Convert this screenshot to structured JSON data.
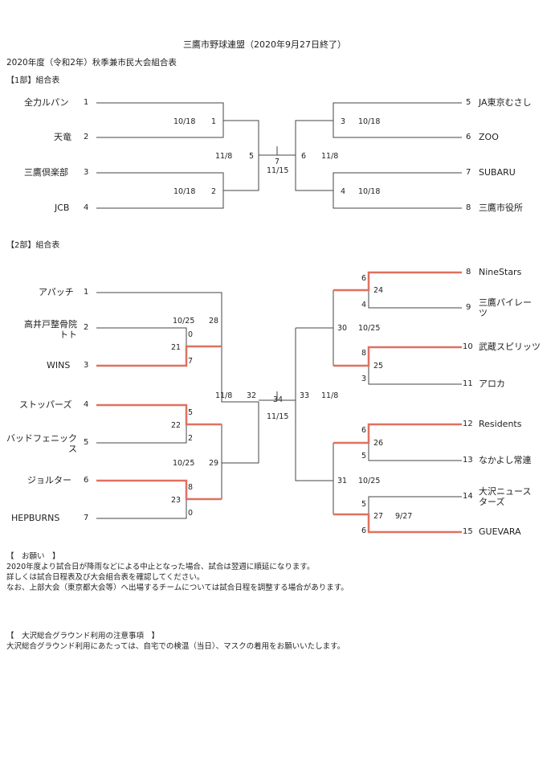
{
  "header": {
    "title": "三鷹市野球連盟（2020年9月27日終了）",
    "subtitle": "2020年度（令和2年）秋季兼市民大会組合表"
  },
  "section1": {
    "label": "【1部】組合表",
    "teams": [
      {
        "name": "全力ルパン",
        "seed": "1"
      },
      {
        "name": "天竜",
        "seed": "2"
      },
      {
        "name": "三鷹倶楽部",
        "seed": "3"
      },
      {
        "name": "JCB",
        "seed": "4"
      },
      {
        "name": "JA東京むさし",
        "seed": "5"
      },
      {
        "name": "ZOO",
        "seed": "6"
      },
      {
        "name": "SUBARU",
        "seed": "7"
      },
      {
        "name": "三鷹市役所",
        "seed": "8"
      }
    ],
    "games": {
      "g1_date": "10/18",
      "g1_no": "1",
      "g2_date": "10/18",
      "g2_no": "2",
      "g3_no": "3",
      "g3_date": "10/18",
      "g4_no": "4",
      "g4_date": "10/18",
      "g5_date": "11/8",
      "g5_no": "5",
      "g6_no": "6",
      "g6_date": "11/8",
      "final_no": "7",
      "final_date": "11/15"
    }
  },
  "section2": {
    "label": "【2部】組合表",
    "teams": [
      {
        "name": "アパッチ",
        "seed": "1"
      },
      {
        "name": "高井戸整骨院\nトト",
        "seed": "2"
      },
      {
        "name": "WINS",
        "seed": "3"
      },
      {
        "name": "ストッパーズ",
        "seed": "4"
      },
      {
        "name": "バッドフェニック\nス",
        "seed": "5"
      },
      {
        "name": "ジョルター",
        "seed": "6"
      },
      {
        "name": "HEPBURNS",
        "seed": "7"
      },
      {
        "name": "NineStars",
        "seed": "8"
      },
      {
        "name": "三鷹パイレー\nツ",
        "seed": "9"
      },
      {
        "name": "武蔵スピリッツ",
        "seed": "10"
      },
      {
        "name": "アロカ",
        "seed": "11"
      },
      {
        "name": "Residents",
        "seed": "12"
      },
      {
        "name": "なかよし常連",
        "seed": "13"
      },
      {
        "name": "大沢ニュース\nターズ",
        "seed": "14"
      },
      {
        "name": "GUEVARA",
        "seed": "15"
      }
    ],
    "games": {
      "g21": "21",
      "g21_score_2": "0",
      "g21_score_3": "7",
      "g22": "22",
      "g22_score_4": "5",
      "g22_score_5": "2",
      "g23": "23",
      "g23_score_6": "8",
      "g23_score_7": "0",
      "g24": "24",
      "g24_score_8": "6",
      "g24_score_9": "4",
      "g25": "25",
      "g25_score_10": "8",
      "g25_score_11": "3",
      "g26": "26",
      "g26_score_12": "6",
      "g26_score_13": "5",
      "g27": "27",
      "g27_date": "9/27",
      "g27_score_14": "5",
      "g27_score_15": "6",
      "g28": "28",
      "g28_date": "10/25",
      "g29": "29",
      "g29_date": "10/25",
      "g30": "30",
      "g30_date": "10/25",
      "g31": "31",
      "g31_date": "10/25",
      "g32": "32",
      "g32_date": "11/8",
      "g33": "33",
      "g33_date": "11/8",
      "final_no": "34",
      "final_date": "11/15"
    }
  },
  "notes": {
    "heading1": "【　お願い　】",
    "line1": "2020年度より試合日が降雨などによる中止となった場合、試合は翌週に順延になります。",
    "line2": "詳しくは試合日程表及び大会組合表を確認してください。",
    "line3": "なお、上部大会（東京都大会等）へ出場するチームについては試合日程を調整する場合があります。",
    "heading2": "【　大沢総合グラウンド利用の注意事項　】",
    "line4": "大沢総合グラウンド利用にあたっては、自宅での検温（当日）、マスクの着用をお願いいたします。"
  },
  "colors": {
    "line": "#444444",
    "winner": "#e07060"
  }
}
